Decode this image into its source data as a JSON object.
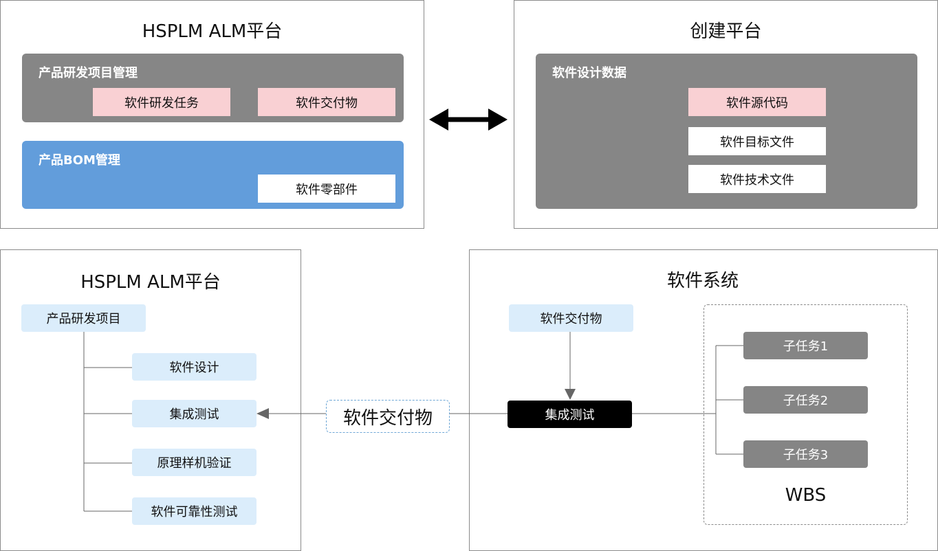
{
  "top_left": {
    "title": "HSPLM ALM平台",
    "project_group": {
      "label": "产品研发项目管理",
      "items": [
        "软件研发任务",
        "软件交付物"
      ]
    },
    "bom_group": {
      "label": "产品BOM管理",
      "items": [
        "软件零部件"
      ]
    }
  },
  "top_right": {
    "title": "创建平台",
    "design_group": {
      "label": "软件设计数据",
      "items": [
        "软件源代码",
        "软件目标文件",
        "软件技术文件"
      ]
    }
  },
  "bottom_left": {
    "title": "HSPLM ALM平台",
    "root": "产品研发项目",
    "children": [
      "软件设计",
      "集成测试",
      "原理样机验证",
      "软件可靠性测试"
    ]
  },
  "connector_label": "软件交付物",
  "bottom_right": {
    "title": "软件系统",
    "deliverable": "软件交付物",
    "integration": "集成测试",
    "wbs": {
      "label": "WBS",
      "tasks": [
        "子任务1",
        "子任务2",
        "子任务3"
      ]
    }
  },
  "colors": {
    "gray_group": "#868686",
    "blue_group": "#629ddb",
    "pink_box": "#f9d0d3",
    "light_blue_box": "#dbedfb",
    "black_box": "#000000"
  }
}
